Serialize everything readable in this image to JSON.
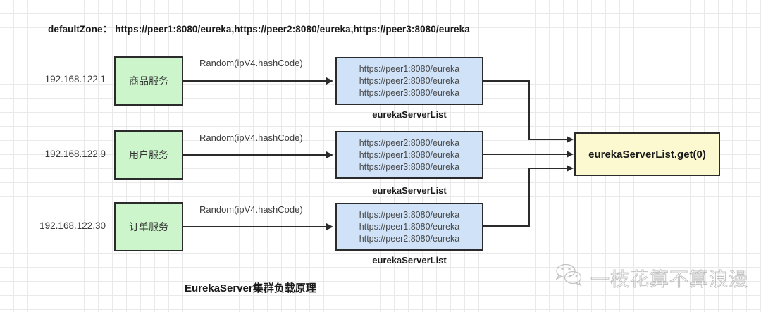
{
  "header": {
    "zone_key": "defaultZone：",
    "zone_value": "https://peer1:8080/eureka,https://peer2:8080/eureka,https://peer3:8080/eureka"
  },
  "figure_caption": "EurekaServer集群负载原理",
  "edge_label": "Random(ipV4.hashCode)",
  "list_caption": "eurekaServerList",
  "result": {
    "label": "eurekaServerList.get(0)"
  },
  "rows": [
    {
      "ip": "192.168.122.1",
      "service": "商品服务",
      "edge_label": "Random(ipV4.hashCode)",
      "servers": [
        "https://peer1:8080/eureka",
        "https://peer2:8080/eureka",
        "https://peer3:8080/eureka"
      ],
      "caption": "eurekaServerList"
    },
    {
      "ip": "192.168.122.9",
      "service": "用户服务",
      "edge_label": "Random(ipV4.hashCode)",
      "servers": [
        "https://peer2:8080/eureka",
        "https://peer1:8080/eureka",
        "https://peer3:8080/eureka"
      ],
      "caption": "eurekaServerList"
    },
    {
      "ip": "192.168.122.30",
      "service": "订单服务",
      "edge_label": "Random(ipV4.hashCode)",
      "servers": [
        "https://peer3:8080/eureka",
        "https://peer1:8080/eureka",
        "https://peer2:8080/eureka"
      ],
      "caption": "eurekaServerList"
    }
  ],
  "watermark": {
    "icon": "wechat-icon",
    "text": "一枝花算不算浪漫"
  },
  "colors": {
    "service_fill": "#ccf5cc",
    "serverlist_fill": "#cfe2f7",
    "result_fill": "#fcf8cf",
    "stroke": "#2b2b2b",
    "grid": "#e9e9e9"
  }
}
